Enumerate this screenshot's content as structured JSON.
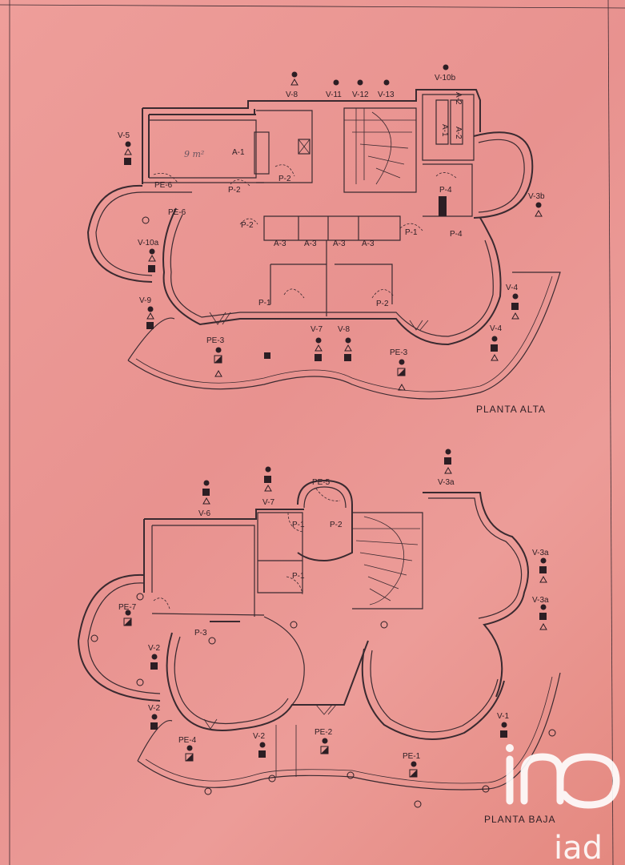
{
  "titles": {
    "upper": "PLANTA ALTA",
    "lower": "PLANTA BAJA"
  },
  "watermark": {
    "text1": "in",
    "text2": "iad"
  },
  "handwritten_note": "9 m²",
  "upper_labels": {
    "V-8": "V-8",
    "V-11": "V-11",
    "V-12": "V-12",
    "V-13": "V-13",
    "V-10b": "V-10b",
    "V-5": "V-5",
    "A-1": "A-1",
    "P-2a": "P-2",
    "P-2b": "P-2",
    "P-2c": "P-2",
    "P-2d": "P-2",
    "PE-6a": "PE-6",
    "PE-6b": "PE-6",
    "A-1b": "A-1",
    "A-2a": "A-2",
    "A-2b": "A-2",
    "P-4a": "P-4",
    "P-4b": "P-4",
    "P-1a": "P-1",
    "P-1b": "P-1",
    "V-3b": "V-3b",
    "A-3a": "A-3",
    "A-3b": "A-3",
    "A-3c": "A-3",
    "A-3d": "A-3",
    "V-10a": "V-10a",
    "V-9": "V-9",
    "V-4a": "V-4",
    "V-4b": "V-4",
    "V-7": "V-7",
    "V-8b": "V-8",
    "PE-3a": "PE-3",
    "PE-3b": "PE-3"
  },
  "lower_labels": {
    "V-6": "V-6",
    "V-7": "V-7",
    "PE-5": "PE-5",
    "V-3a": "V-3a",
    "V-3a2": "V-3a",
    "V-3a3": "V-3a",
    "P-1a": "P-1",
    "P-2": "P-2",
    "P-1b": "P-1",
    "PE-7": "PE-7",
    "P-3": "P-3",
    "V-2a": "V-2",
    "V-2b": "V-2",
    "V-2c": "V-2",
    "PE-4": "PE-4",
    "PE-2": "PE-2",
    "PE-1": "PE-1",
    "V-1": "V-1"
  },
  "colors": {
    "paper": "#e98f8d",
    "ink": "#3a2a30",
    "watermark": "#ffffff"
  }
}
